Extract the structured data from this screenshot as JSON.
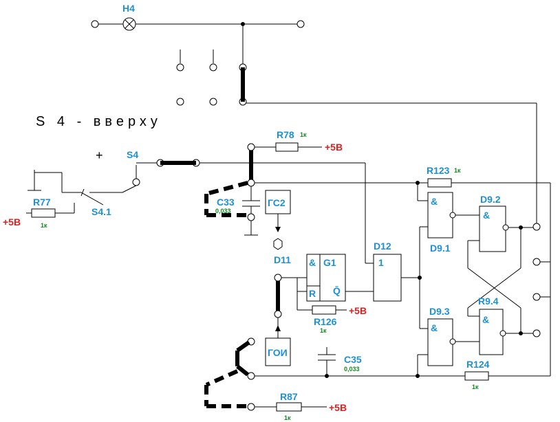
{
  "note": "S 4 - вверху",
  "labels": {
    "h4": "H4",
    "r78": "R78",
    "s4": "S4",
    "r77": "R77",
    "s41": "S4.1",
    "c33": "C33",
    "gs2": "ГС2",
    "d11": "D11",
    "g1": "G1",
    "amp": "&",
    "r": "R",
    "q": "Q̄",
    "d12": "D12",
    "one": "1",
    "r123": "R123",
    "d91": "D9.1",
    "d92": "D9.2",
    "d93": "D9.3",
    "r94": "R9.4",
    "r126": "R126",
    "goi": "ГОИ",
    "c35": "C35",
    "r124": "R124",
    "r87": "R87"
  },
  "values": {
    "r78": "1к",
    "r77": "1к",
    "c33": "0,033",
    "r123": "1к",
    "r126": "1к",
    "c35": "0,033",
    "r124": "1к",
    "r87": "1к"
  },
  "power": "+5В",
  "plus_sign": "+"
}
